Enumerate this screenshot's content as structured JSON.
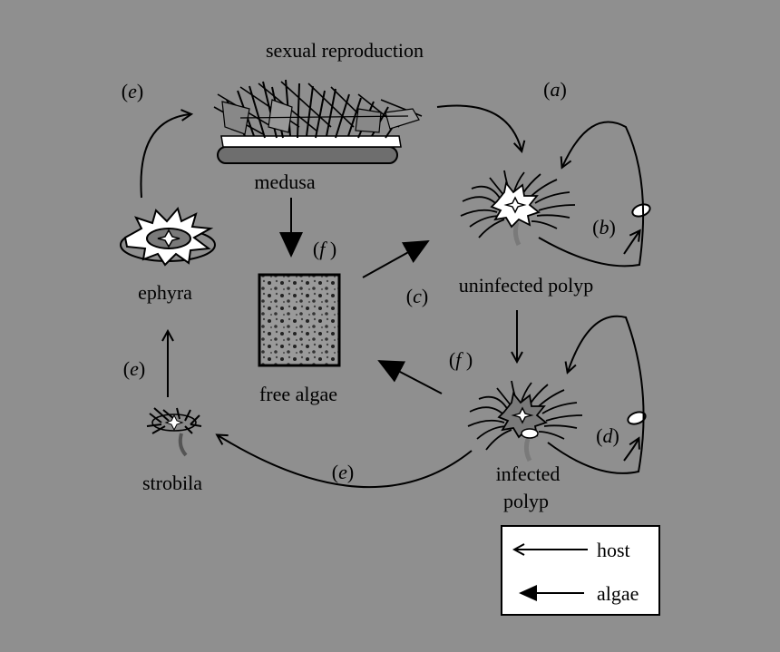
{
  "colors": {
    "background": "#8f8f8f",
    "ink": "#000000",
    "fill": "#ffffff",
    "tissue": "#7a7a7a"
  },
  "title": "sexual reproduction",
  "stages": {
    "medusa": "medusa",
    "ephyra": "ephyra",
    "strobila": "strobila",
    "free_algae": "free algae",
    "uninfected_polyp": "uninfected polyp",
    "infected_polyp_1": "infected",
    "infected_polyp_2": "polyp"
  },
  "pathway_labels": {
    "a": "(a)",
    "b": "(b)",
    "c": "(c)",
    "d": "(d)",
    "e_top": "(e)",
    "e_left": "(e)",
    "e_bottom": "(e)",
    "f_top": "(f )",
    "f_mid": "(f )"
  },
  "legend": {
    "host": "host",
    "algae": "algae"
  }
}
